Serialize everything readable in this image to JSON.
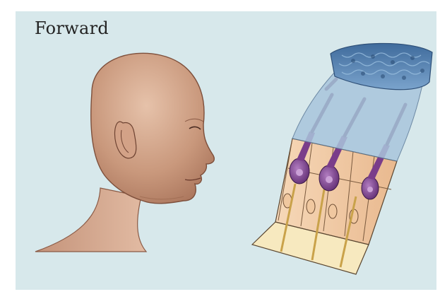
{
  "figure": {
    "caption": "Forward"
  },
  "colors": {
    "panel_background": "#d7e8eb",
    "skin": "#cfa085",
    "cilia_blue": "#5b86b3",
    "hair_cell_purple": "#7a3d8a",
    "support_cell_tan": "#f4cfa5",
    "base_cream": "#f7e9bf"
  },
  "illustrations": [
    {
      "name": "head-profile",
      "depicts": "head-facing-right"
    },
    {
      "name": "vestibular-epithelium",
      "depicts": "hair-cells-with-cilia-bent"
    }
  ]
}
